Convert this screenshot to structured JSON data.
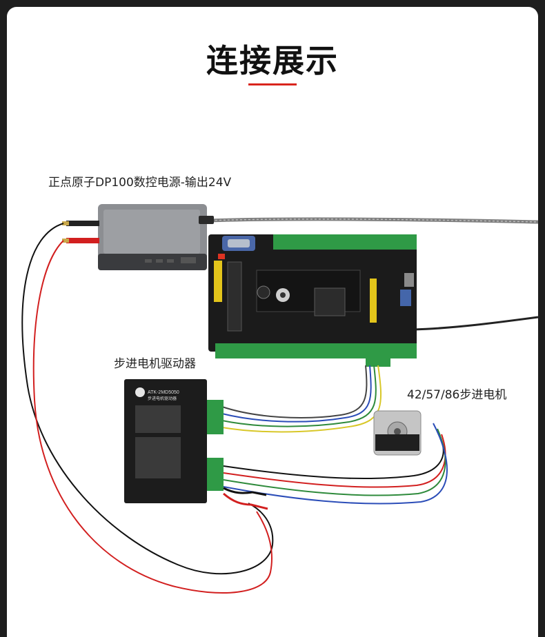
{
  "title": "连接展示",
  "labels": {
    "power_supply": "正点原子DP100数控电源-输出24V",
    "driver": "步进电机驱动器",
    "motor": "42/57/86步进电机"
  },
  "device_text": {
    "driver_model": "ATK-2MD5050",
    "driver_name": "步进电机驱动器"
  },
  "colors": {
    "accent": "#d9251c",
    "board": "#1b1b1b",
    "terminal_green": "#2f9a46",
    "psu_gray": "#8e9094",
    "red_wire": "#d21f1f",
    "black_wire": "#111111"
  }
}
